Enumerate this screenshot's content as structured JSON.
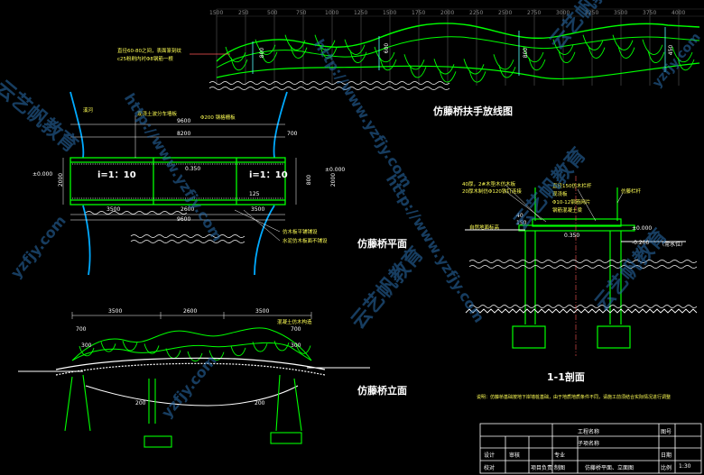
{
  "colors": {
    "background": "#000000",
    "structure": "#00ff00",
    "dimension": "#ffffff",
    "annotation": "#ffff55",
    "water": "#ffffff",
    "cyan": "#55ffff",
    "watermark": "#2a6fb0"
  },
  "watermark": {
    "url": "http://www.yzfjy.com",
    "brand": "云艺帆教育",
    "domain": "yzfjy.com"
  },
  "top_elevation": {
    "title": "仿藤桥扶手放线图",
    "grid_ticks": [
      "1500",
      "250",
      "500",
      "750",
      "1000",
      "1250",
      "1500",
      "1750",
      "2000",
      "2250",
      "2500",
      "2750",
      "3000",
      "3250",
      "3500",
      "3750",
      "4000"
    ],
    "dims": [
      "800",
      "600",
      "800",
      "450"
    ],
    "note1": "直径60-80之间，表面篆刻纹  ",
    "note2": "c25粉刷内衬Φ8钢筋一根"
  },
  "plan": {
    "title": "仿藤桥平面",
    "river_label": "溪河",
    "top_dims": [
      "9600",
      "8200",
      "700"
    ],
    "rebar_label": "Φ200 钢格栅板",
    "note_top": "现浇土波分车墙板",
    "slope_left": "i=1：10",
    "slope_right": "i=1：10",
    "level_left": "±0.000",
    "level_mid": "0.350",
    "level_right": "±0.000",
    "height_dims": [
      "2000",
      "125",
      "800",
      "2000"
    ],
    "bottom_dims": [
      "3500",
      "2600",
      "3500",
      "9600"
    ],
    "note_bottom1": "仿木板平铺铺设",
    "note_bottom2": "水泥仿木板面不铺设"
  },
  "side_elevation": {
    "title": "仿藤桥立面",
    "top_dims": [
      "3500",
      "2600",
      "3500"
    ],
    "note": "混凝土仿木构造",
    "left_dims": [
      "700",
      "300"
    ],
    "right_dims": [
      "300",
      "700"
    ],
    "bottom_dims": [
      "200",
      "200"
    ]
  },
  "section": {
    "title": "1-1剖面",
    "notes": [
      "40厚，2#木垫木仿木板",
      "20厚木制仿Φ120铁钉连接",
      "直径150仿木栏杆",
      "现浇板",
      "Φ10-12钢筋网片",
      "钢筋混凝土梁",
      "仿藤栏杆"
    ],
    "dims": [
      "40",
      "150"
    ],
    "left_label": "自然地面标高",
    "level_mid": "0.350",
    "level_right1": "±0.000",
    "level_right2": "-0.200",
    "level_right2_note": "（常水位）"
  },
  "note": "说明：仿藤桥基础按地下岸墙桩基础，由于地质地质条件不同，请施工前须结合实际情况进行调整",
  "title_block": {
    "cells": [
      "设计",
      "校对",
      "审核",
      "项目负责",
      "专业",
      "制图",
      "工程名称",
      "子项名称",
      "仿藤桥平面、立面图",
      "图号",
      "日期",
      "比例",
      "1:30"
    ]
  }
}
